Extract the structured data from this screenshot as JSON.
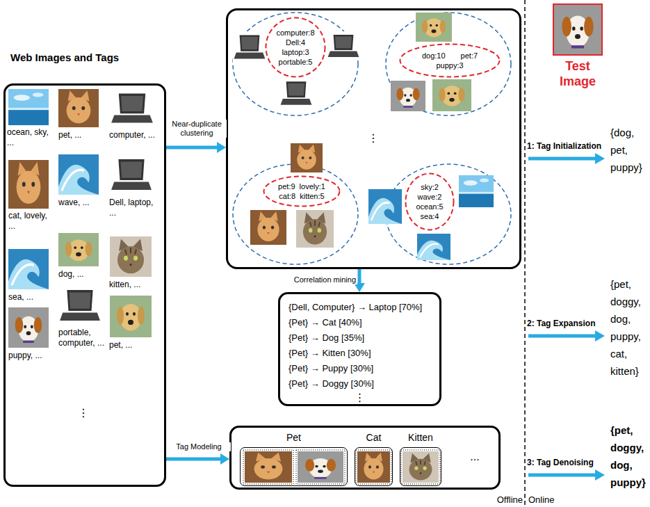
{
  "diagram": {
    "nodes": [
      {
        "text": [
          "Web Images and Tags",
          "ocean, sky, ...",
          "pet, ...",
          "computer, ...",
          "wave, ...",
          "cat, lovely, ...",
          "Dell, laptop, ...",
          "dog, ...",
          "sea, ...",
          "kitten, ...",
          "portable, computer, ...",
          "puppy, ...",
          "pet, ...",
          "⋮"
        ]
      },
      {
        "text": [
          "⋮"
        ]
      },
      {
        "text": [
          "computer:8",
          "Dell:4",
          "laptop:3",
          "portable:5"
        ],
        "in": 1
      },
      {
        "text": [
          "dog:10",
          "pet:7",
          "puppy:3"
        ],
        "in": 1
      },
      {
        "text": [
          "pet:9",
          "lovely:1",
          "cat:8",
          "kitten:5"
        ],
        "in": 1
      },
      {
        "text": [
          "sky:2",
          "wave:2",
          "ocean:5",
          "sea:4"
        ],
        "in": 1
      },
      {
        "text": [
          "{Dell, Computer} → Laptop [70%]",
          "{Pet} → Cat [40%]",
          "{Pet} → Dog [35%]",
          "{Pet} → Kitten [30%]",
          "{Pet} → Puppy [30%]",
          "{Pet} → Doggy [30%]",
          "⋮"
        ]
      },
      {
        "text": [
          "..."
        ]
      },
      {
        "text": [
          "Pet"
        ],
        "in": 7
      },
      {
        "text": [
          "Cat"
        ],
        "in": 7
      },
      {
        "text": [
          "Kitten"
        ],
        "in": 7
      },
      {
        "text": [
          "Test Image"
        ]
      }
    ],
    "edges": [
      {
        "from": 0,
        "to": 1,
        "arrow": "to",
        "label": "Near-duplicate clustering"
      },
      {
        "from": 1,
        "to": 6,
        "arrow": "to",
        "label": "Correlation mining"
      },
      {
        "from": 0,
        "to": 7,
        "arrow": "to",
        "label": "Tag Modeling"
      }
    ],
    "labels": [
      "1: Tag Initialization",
      "{dog, pet, puppy}",
      "2: Tag Expansion",
      "{pet, doggy, dog, puppy, cat, kitten}",
      "3: Tag Denoising",
      "{pet, doggy, dog, puppy}",
      "Offline",
      "Online"
    ]
  }
}
